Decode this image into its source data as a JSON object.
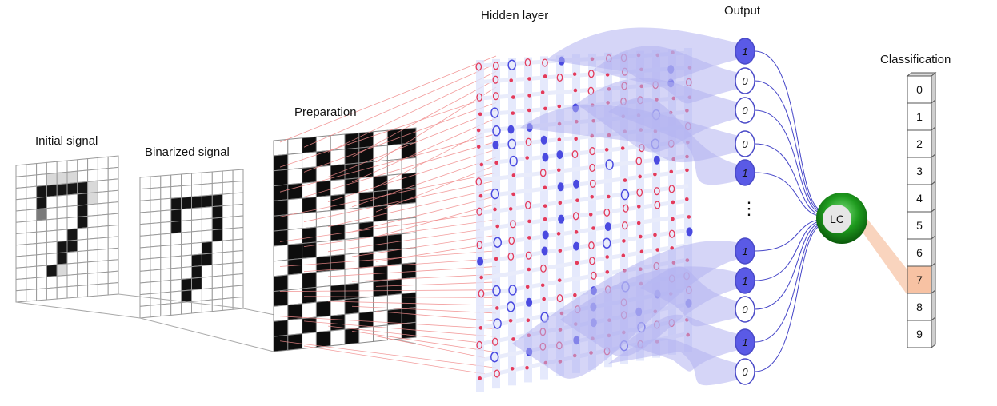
{
  "stages": {
    "initial_signal": "Initial signal",
    "binarized_signal": "Binarized signal",
    "preparation": "Preparation",
    "hidden_layer": "Hidden layer",
    "output": "Output",
    "classification": "Classification"
  },
  "outputs": [
    "1",
    "0",
    "0",
    "0",
    "1",
    "1",
    "1",
    "0",
    "1",
    "0"
  ],
  "ellipsis": "⋮",
  "lc_label": "LC",
  "classes": [
    "0",
    "1",
    "2",
    "3",
    "4",
    "5",
    "6",
    "7",
    "8",
    "9"
  ],
  "highlighted_class": "7",
  "colors": {
    "active_node": "#5a5ae6",
    "inactive_node": "#ffffff",
    "hidden_dot": "#e43a5a",
    "hidden_ring": "#4a4ae0",
    "flow": "#b3b3f0",
    "red_line": "#f08a8a",
    "lc": "#1e9a1e",
    "highlight": "#f7c2a3"
  }
}
